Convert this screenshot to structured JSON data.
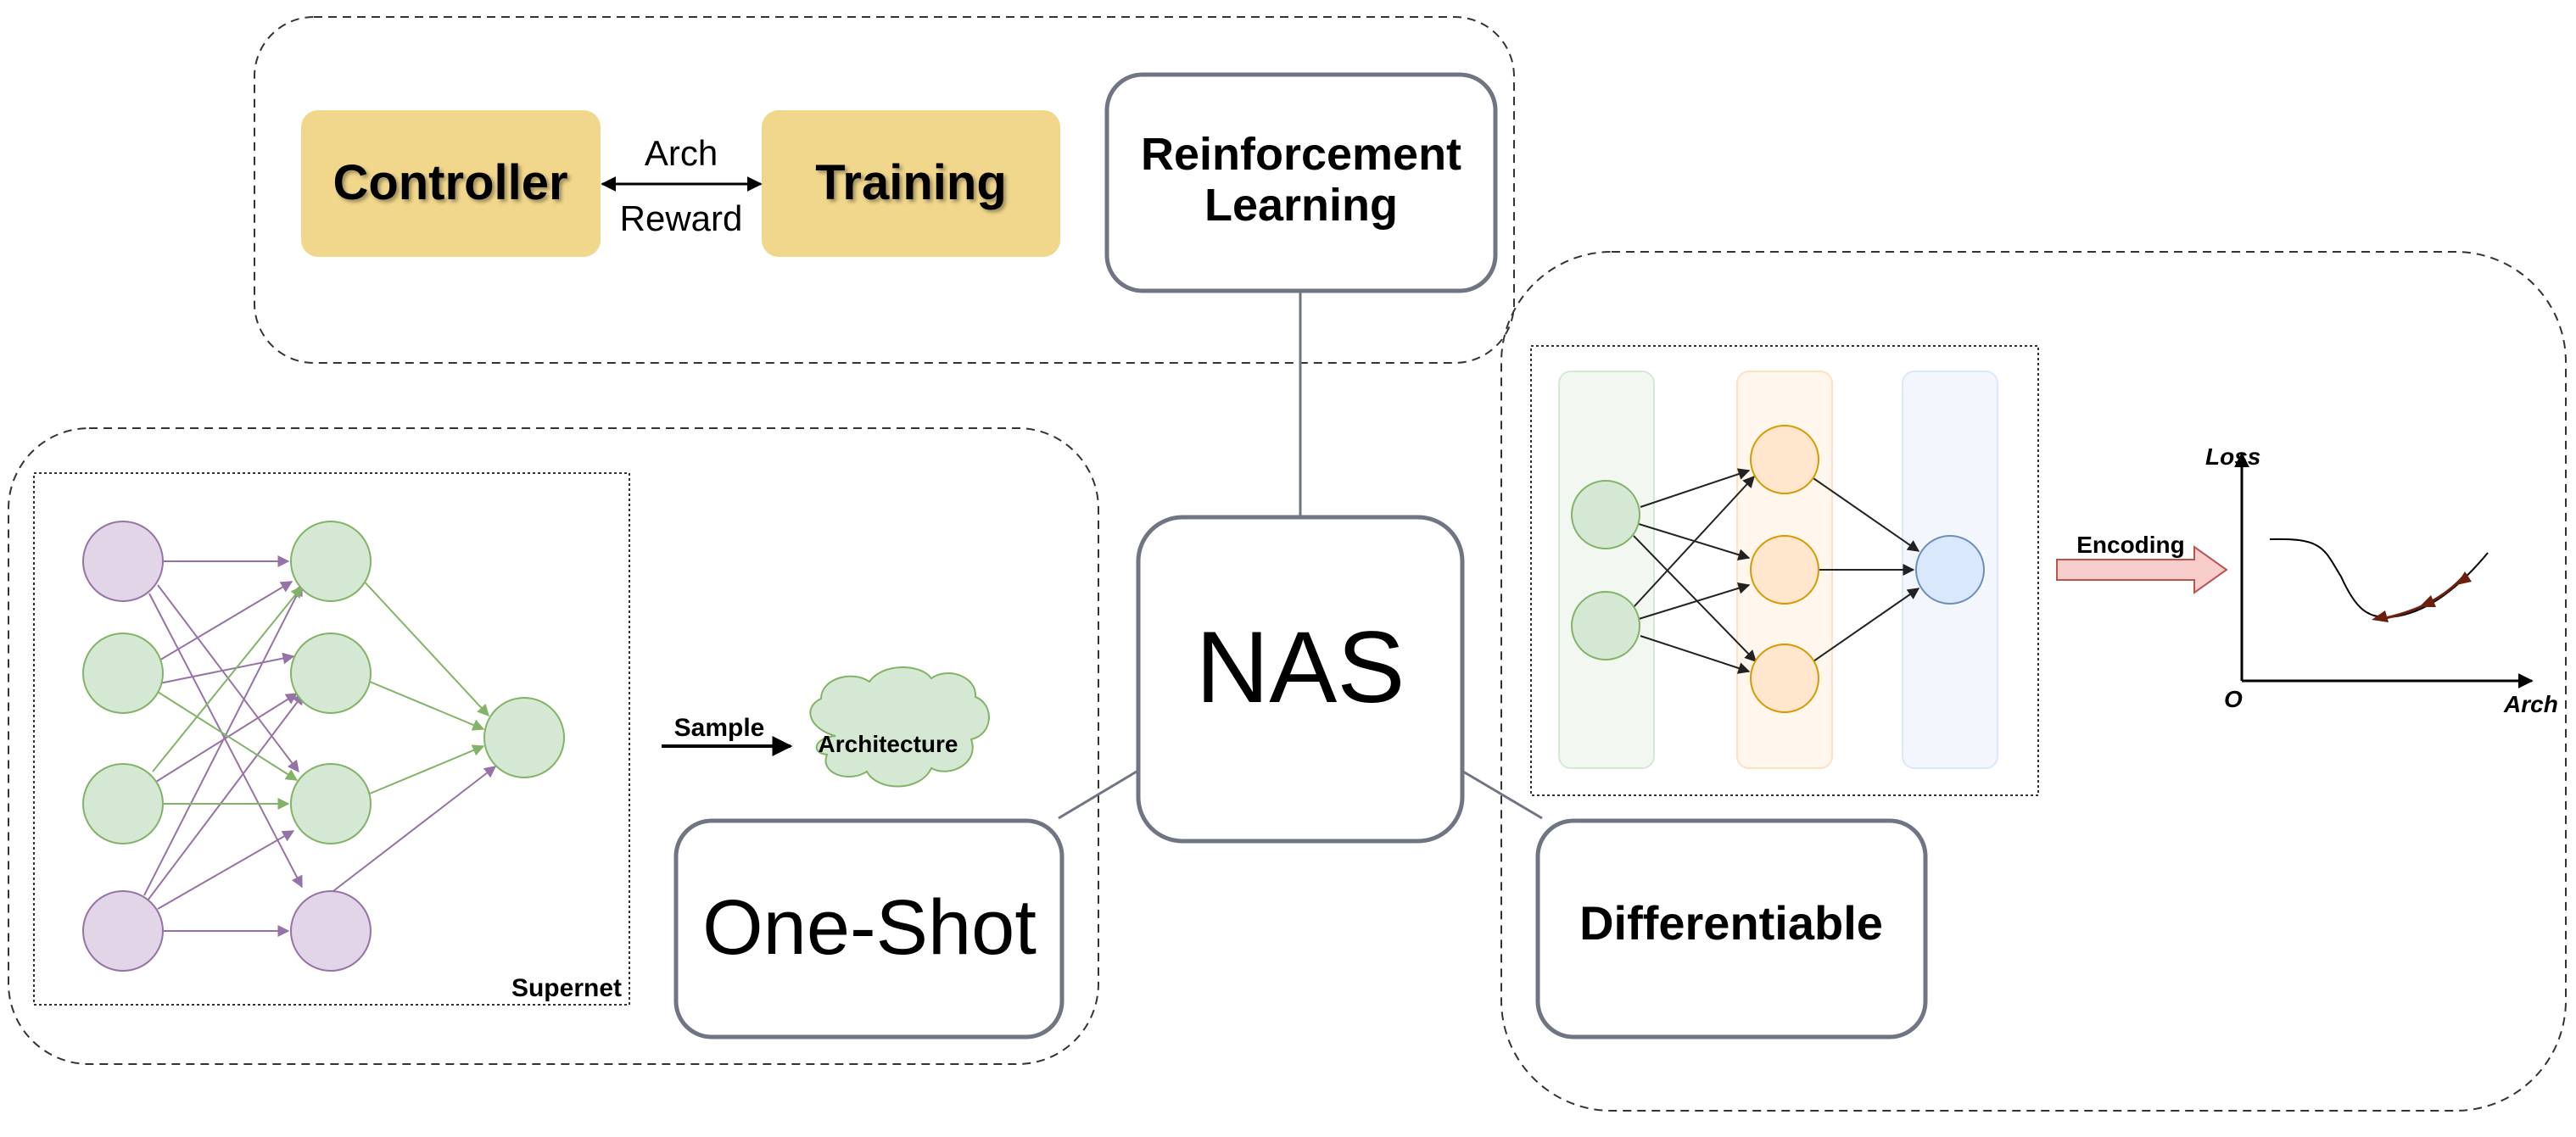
{
  "center": {
    "label": "NAS"
  },
  "reinforcement": {
    "title_line1": "Reinforcement",
    "title_line2": "Learning",
    "controller_label": "Controller",
    "training_label": "Training",
    "arch_label": "Arch",
    "reward_label": "Reward"
  },
  "one_shot": {
    "title": "One-Shot",
    "supernet_label": "Supernet",
    "sample_label": "Sample",
    "architecture_label": "Architecture"
  },
  "differentiable": {
    "title": "Differentiable",
    "encoding_label": "Encoding",
    "loss_axis_label": "Loss",
    "arch_axis_label": "Arch",
    "origin_label": "O"
  },
  "colors": {
    "box_fill": "#F1D78C",
    "box_border": "#6F7582",
    "purple_node": "#E1D5E7",
    "purple_stroke": "#9673A6",
    "green_node": "#D5E8D4",
    "green_stroke": "#82B366",
    "orange_node": "#FFE6CC",
    "orange_stroke": "#D79B00",
    "blue_node": "#DAE8FC",
    "blue_stroke": "#6C8EBF",
    "arrow_fill": "#F8CECC",
    "arrow_stroke": "#B85450"
  }
}
